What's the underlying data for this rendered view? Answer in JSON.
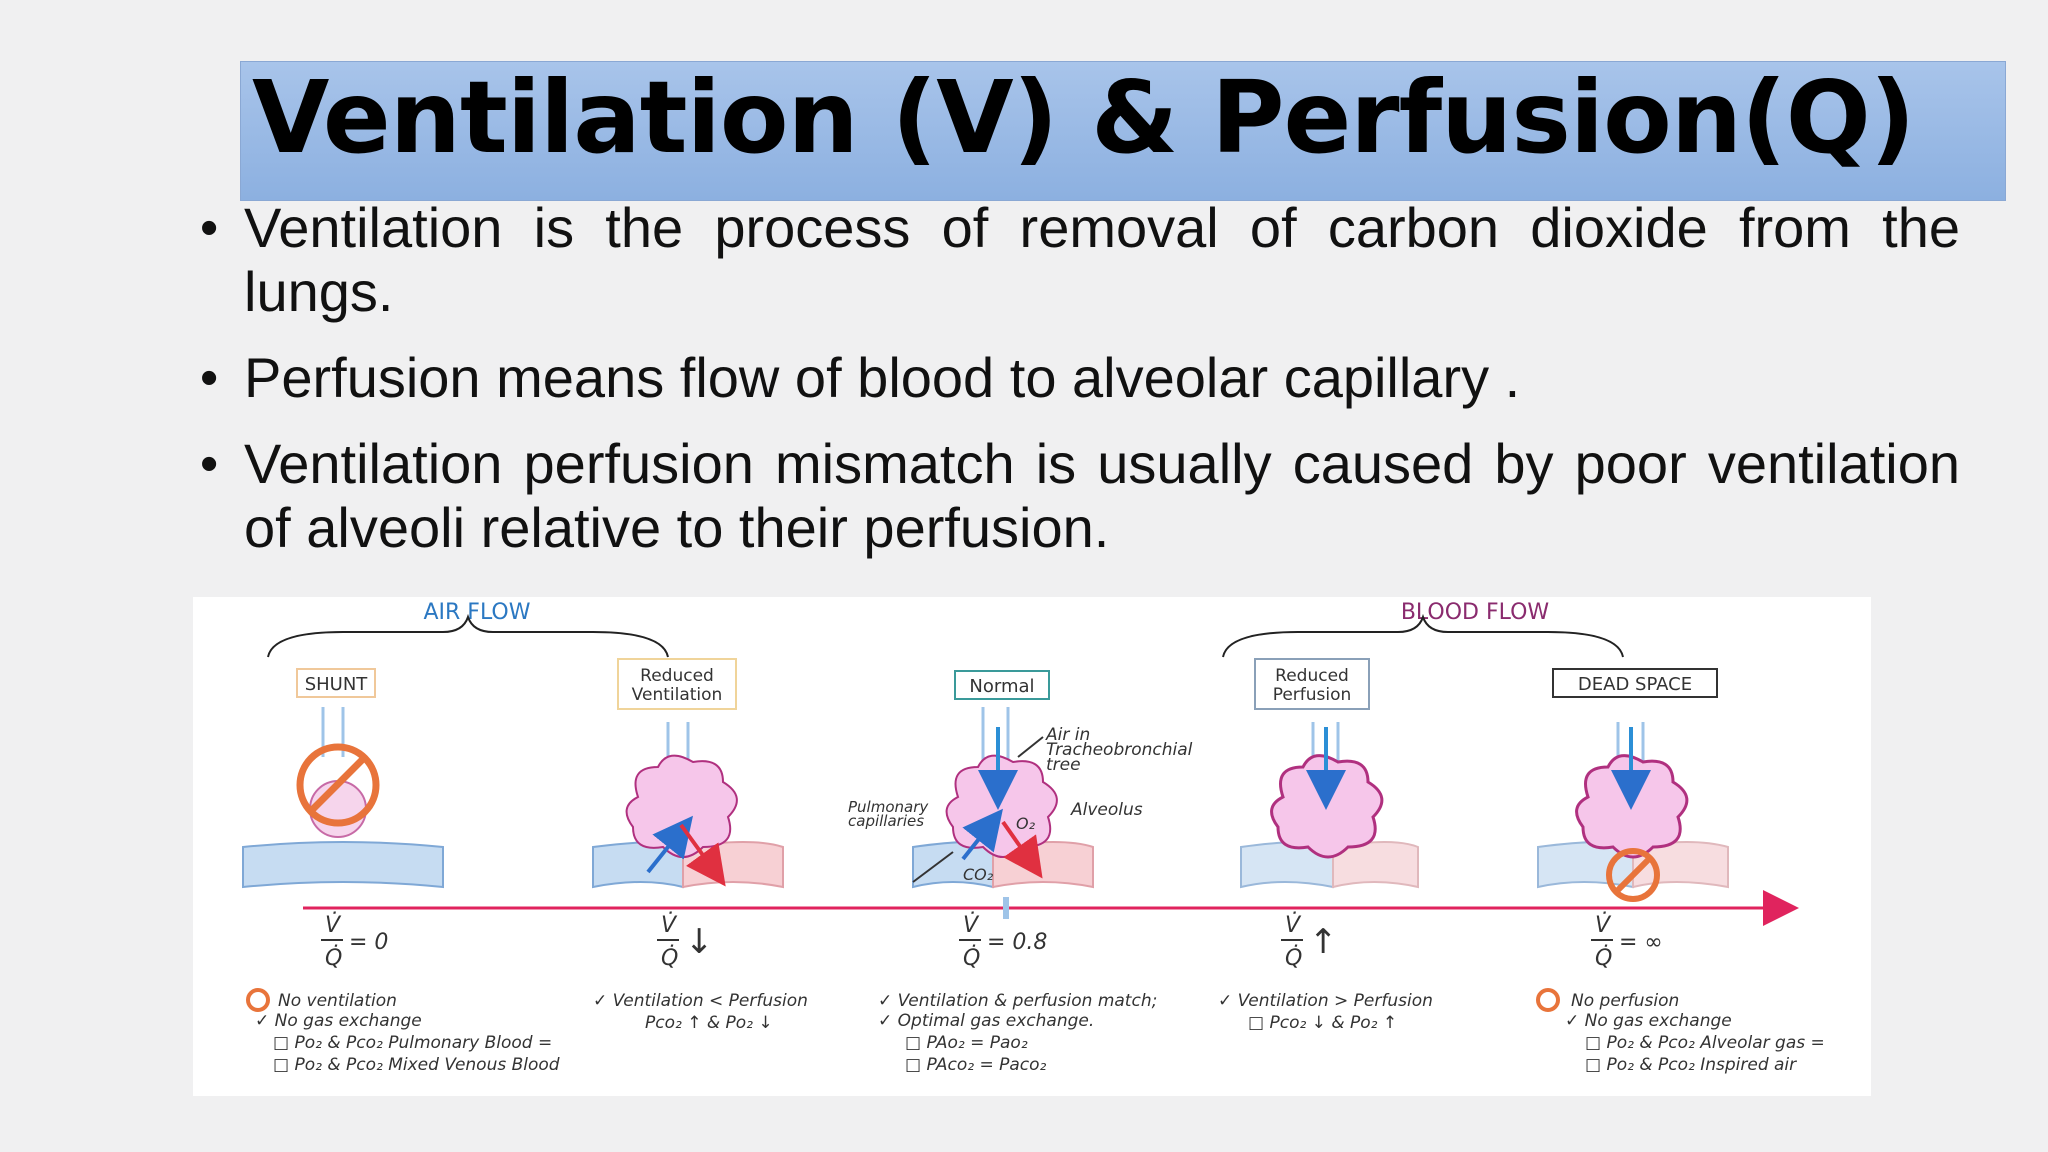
{
  "slide": {
    "title": "Ventilation (V) & Perfusion(Q)",
    "bullets": [
      "Ventilation is the process of removal of carbon dioxide from the lungs.",
      "Perfusion means flow of blood to alveolar capillary .",
      "Ventilation perfusion mismatch is usually caused by poor ventilation of alveoli relative to their perfusion."
    ],
    "bullet_marker": "•"
  },
  "diagram": {
    "air_flow": "AIR FLOW",
    "blood_flow": "BLOOD FLOW",
    "boxes": [
      "SHUNT",
      "Reduced",
      "Ventilation",
      "Normal",
      "Reduced",
      "Perfusion",
      "DEAD SPACE"
    ],
    "anatomy": {
      "air_in": "Air in",
      "tracheo": "Tracheobronchial",
      "tree": "tree",
      "alveolus": "Alveolus",
      "pulmonary": "Pulmonary",
      "capillaries": "capillaries",
      "o2": "O₂",
      "co2": "CO₂"
    },
    "ratios": {
      "v": "V̇",
      "q": "Q̇",
      "shunt": "= 0",
      "reduced_vent": "↓",
      "normal": "= 0.8",
      "reduced_perf": "↑",
      "dead_space": "= ∞"
    },
    "notes": {
      "shunt": [
        "No ventilation",
        "✓ No gas exchange",
        "□ Po₂ & Pco₂ Pulmonary Blood =",
        "□ Po₂ & Pco₂ Mixed Venous Blood"
      ],
      "reduced_vent": [
        "✓ Ventilation < Perfusion",
        "Pco₂ ↑ & Po₂ ↓"
      ],
      "normal": [
        "✓ Ventilation & perfusion match;",
        "✓ Optimal gas exchange.",
        "□ PAo₂ = Pao₂",
        "□ PAco₂ = Paco₂"
      ],
      "reduced_perf": [
        "✓ Ventilation > Perfusion",
        "□ Pco₂ ↓ & Po₂ ↑"
      ],
      "dead_space": [
        "No perfusion",
        "✓ No gas exchange",
        "□ Po₂ & Pco₂ Alveolar gas =",
        "□ Po₂ & Pco₂ Inspired air"
      ]
    },
    "colors": {
      "air": "#2b8fd6",
      "blood_arrow": "#e0245e",
      "no_symbol": "#e8743b",
      "alveolus": "#f6c6ea",
      "alveolus_stroke": "#b0307f",
      "vein": "#b9d3ef",
      "artery": "#f5c3c8"
    }
  }
}
